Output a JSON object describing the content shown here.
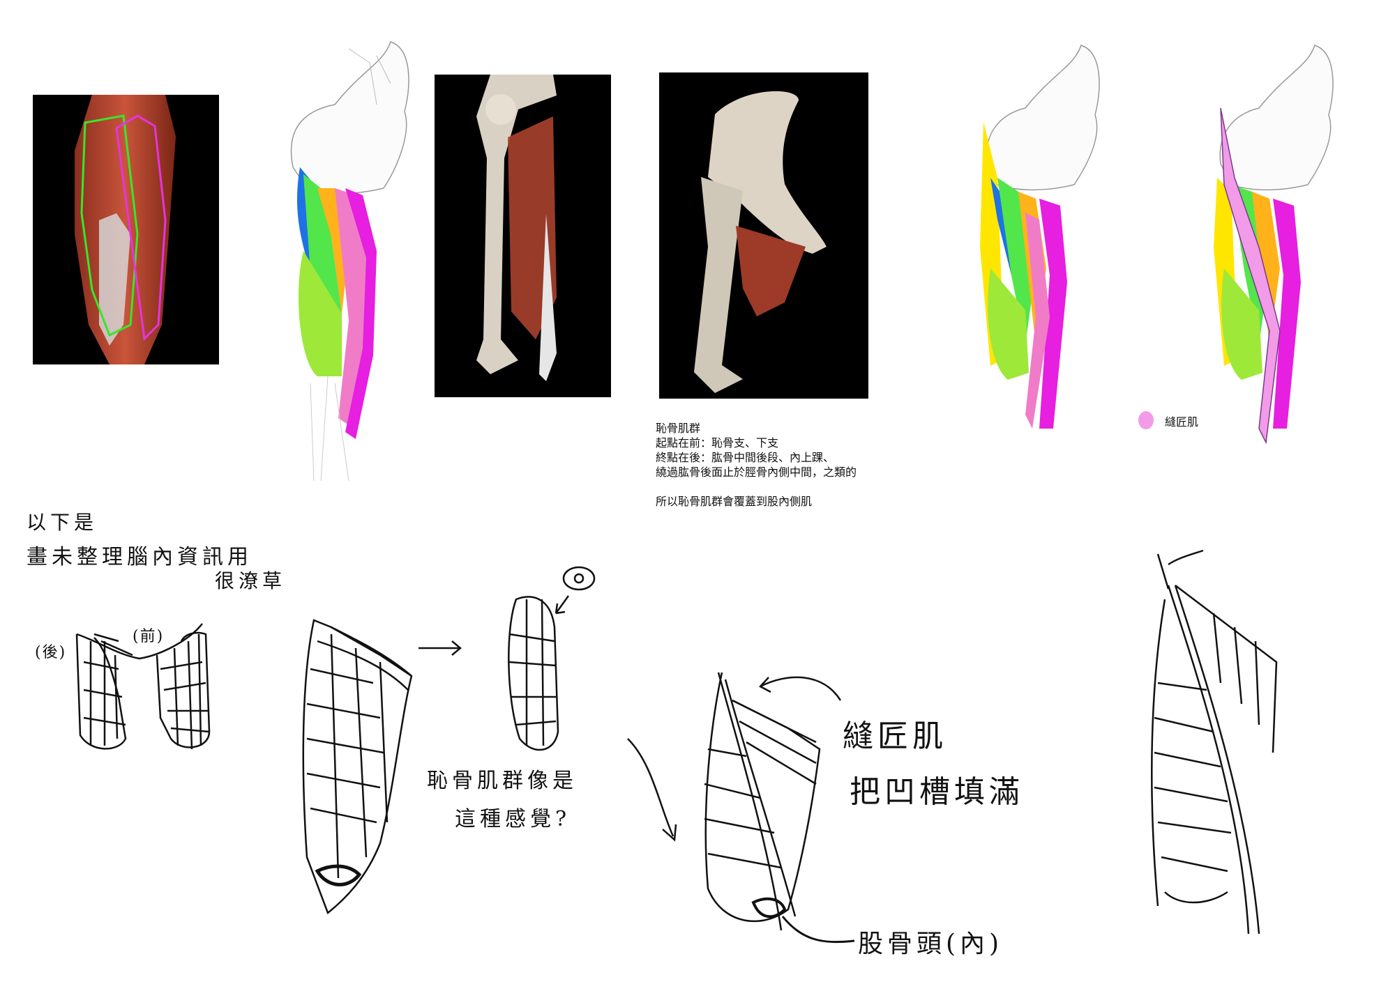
{
  "notes": {
    "line1": "恥骨肌群",
    "line2": "起點在前：恥骨支、下支",
    "line3": "終點在後：肱骨中間後段、內上踝、",
    "line4": "繞過肱骨後面止於脛骨內側中間，之類的",
    "line5": "所以恥骨肌群會覆蓋到股內側肌"
  },
  "legend": {
    "label": "縫匠肌",
    "color": "#f29be8"
  },
  "sketch_text": {
    "intro_1": "以下是",
    "intro_2": "畫未整理腦內資訊用",
    "intro_3": "很潦草",
    "back": "(後)",
    "front": "(前)",
    "question_1": "恥骨肌群像是",
    "question_2": "這種感覺?",
    "sartorius_1": "縫匠肌",
    "sartorius_2": "把凹槽填滿",
    "femur_head": "股骨頭(內)"
  },
  "colors": {
    "magenta": "#e61fe0",
    "pink": "#f07cc8",
    "yellow": "#ffe600",
    "blue": "#1e72e6",
    "green": "#52e64a",
    "lime": "#9ee83a",
    "orange": "#ffb21a",
    "outline_green": "#35e82a",
    "outline_magenta": "#e633e0"
  }
}
